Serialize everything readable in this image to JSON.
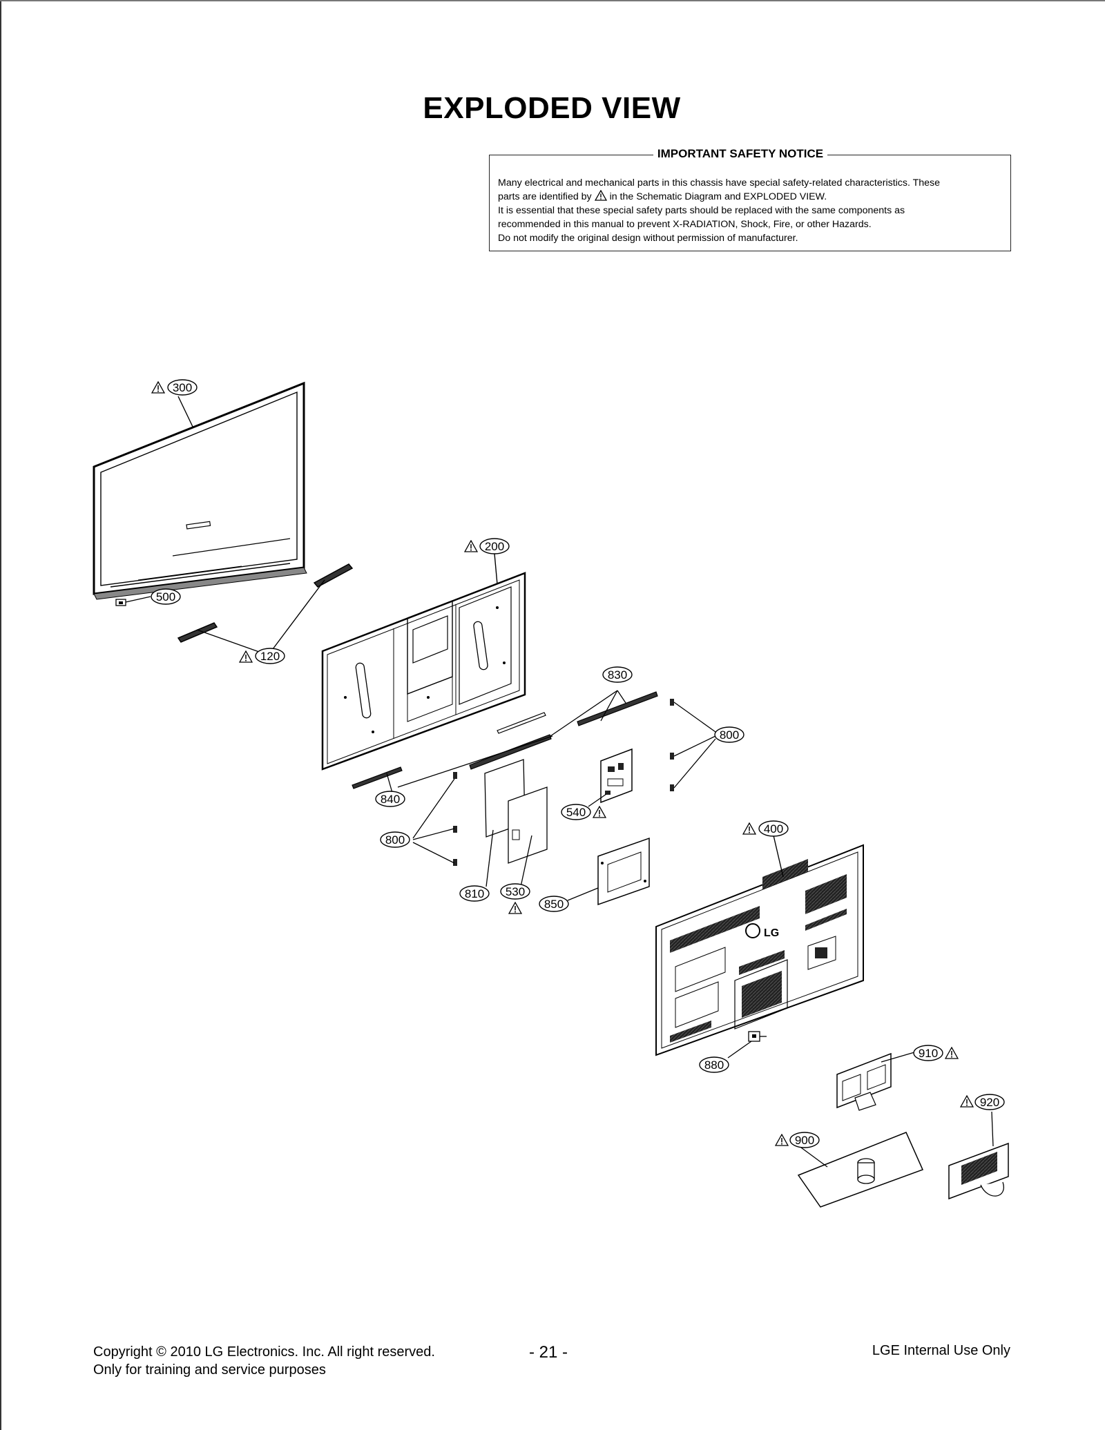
{
  "page": {
    "title": "EXPLODED VIEW",
    "page_number": "- 21 -"
  },
  "notice": {
    "title": "IMPORTANT SAFETY NOTICE",
    "line1": "Many electrical and mechanical parts in this chassis have special safety-related characteristics. These",
    "line2_pre": "parts are identified by",
    "line2_post": "in the Schematic Diagram and EXPLODED VIEW.",
    "line3": "It is essential that these special safety parts should be replaced with the same components as",
    "line4": "recommended in this manual to prevent X-RADIATION, Shock, Fire, or other Hazards.",
    "line5": "Do not modify the original design without permission of manufacturer."
  },
  "parts": {
    "p300": "300",
    "p500": "500",
    "p120": "120",
    "p200": "200",
    "p830": "830",
    "p800a": "800",
    "p840": "840",
    "p800b": "800",
    "p540": "540",
    "p810": "810",
    "p530": "530",
    "p850": "850",
    "p400": "400",
    "p880": "880",
    "p910": "910",
    "p920": "920",
    "p900": "900"
  },
  "footer": {
    "copyright": "Copyright © 2010 LG Electronics. Inc. All right reserved.",
    "training": "Only for training and service purposes",
    "internal": "LGE Internal Use Only"
  },
  "logo_text": "LG",
  "icons": [
    "warning-triangle-icon"
  ]
}
